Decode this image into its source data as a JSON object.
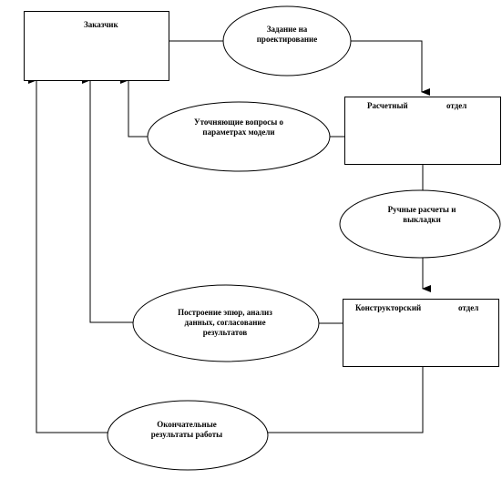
{
  "boxes": {
    "customer": "Заказчик",
    "calc_dept": "Расчетный",
    "calc_dept_suffix": "отдел",
    "design_dept": "Конструкторский",
    "design_dept_suffix": "отдел"
  },
  "flows": {
    "design_task": [
      "Задание на",
      "проектирование"
    ],
    "clarify_questions": [
      "Уточняющие вопросы о",
      "параметрах модели"
    ],
    "manual_calc": [
      "Ручные расчеты и",
      "выкладки"
    ],
    "diagrams": [
      "Построение эпюр, анализ",
      "данных, согласование",
      "результатов"
    ],
    "final_results": [
      "Окончательные",
      "результаты работы"
    ]
  },
  "colors": {
    "stroke": "#000000",
    "fill": "#ffffff"
  }
}
